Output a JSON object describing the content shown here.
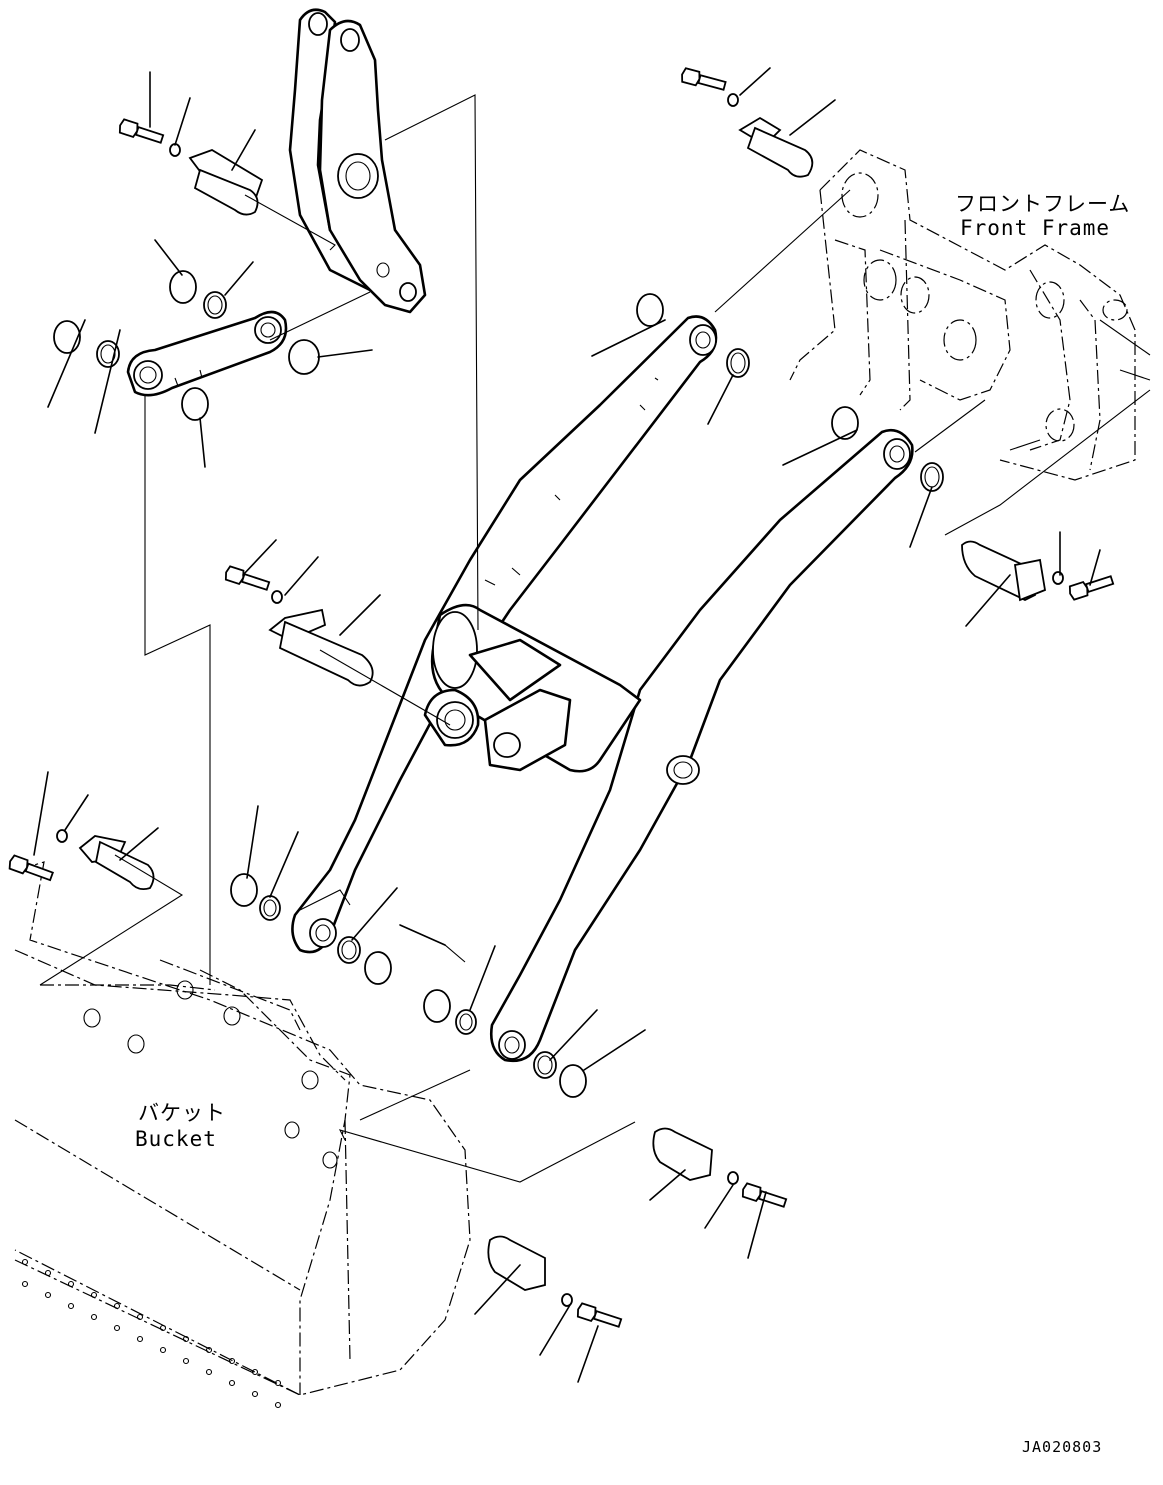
{
  "labels": {
    "front_frame_jp": "フロントフレーム",
    "front_frame_en": "Front Frame",
    "bucket_jp": "バケット",
    "bucket_en": "Bucket",
    "drawing_code": "JA020803"
  },
  "colors": {
    "line": "#000000",
    "background": "#ffffff"
  }
}
